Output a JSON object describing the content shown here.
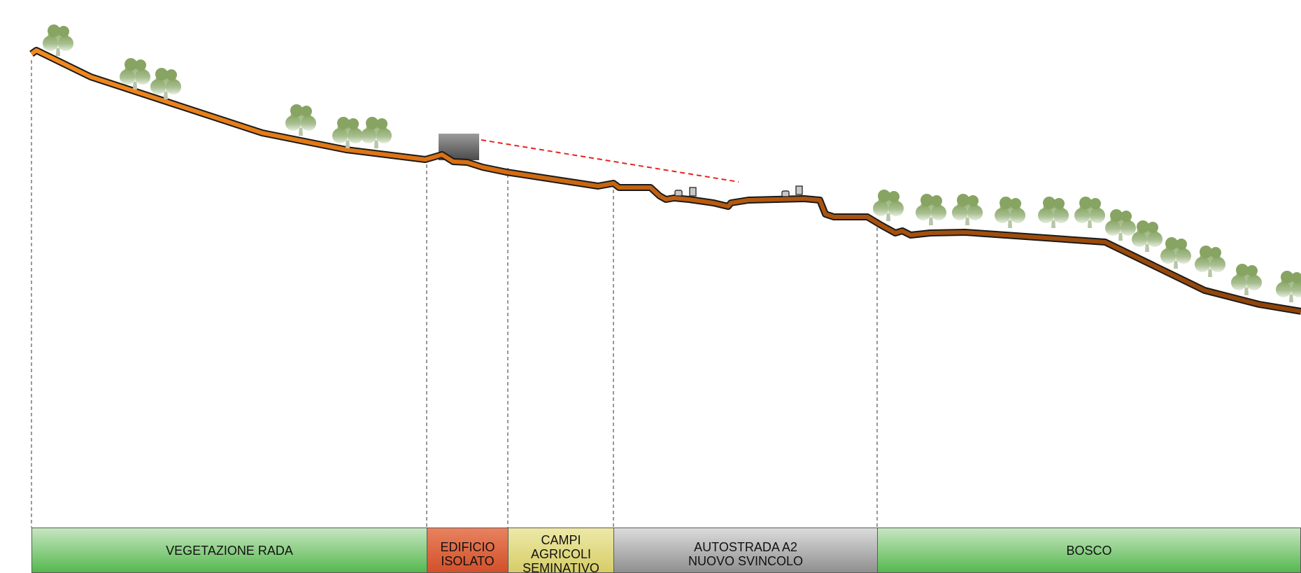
{
  "zones": [
    {
      "label": "VEGETAZIONE RADA"
    },
    {
      "label": "EDIFICIO\nISOLATO"
    },
    {
      "label": "CAMPI\nAGRICOLI\nSEMINATIVO"
    },
    {
      "label": "AUTOSTRADA A2\nNUOVO SVINCOLO"
    },
    {
      "label": "BOSCO"
    }
  ],
  "colors": {
    "terrain_light": "#f28a1e",
    "terrain_dark": "#9a4a0c",
    "terrain_outline": "#1a1a1a",
    "sight_line": "#e8231f",
    "vegetation": "#55b84e",
    "building": "#d2502a",
    "fields": "#d6cd67",
    "road": "#8f8f8f",
    "tree": "#93b070"
  },
  "icons": [
    "tree-icon",
    "building-icon",
    "vehicle-icon"
  ]
}
